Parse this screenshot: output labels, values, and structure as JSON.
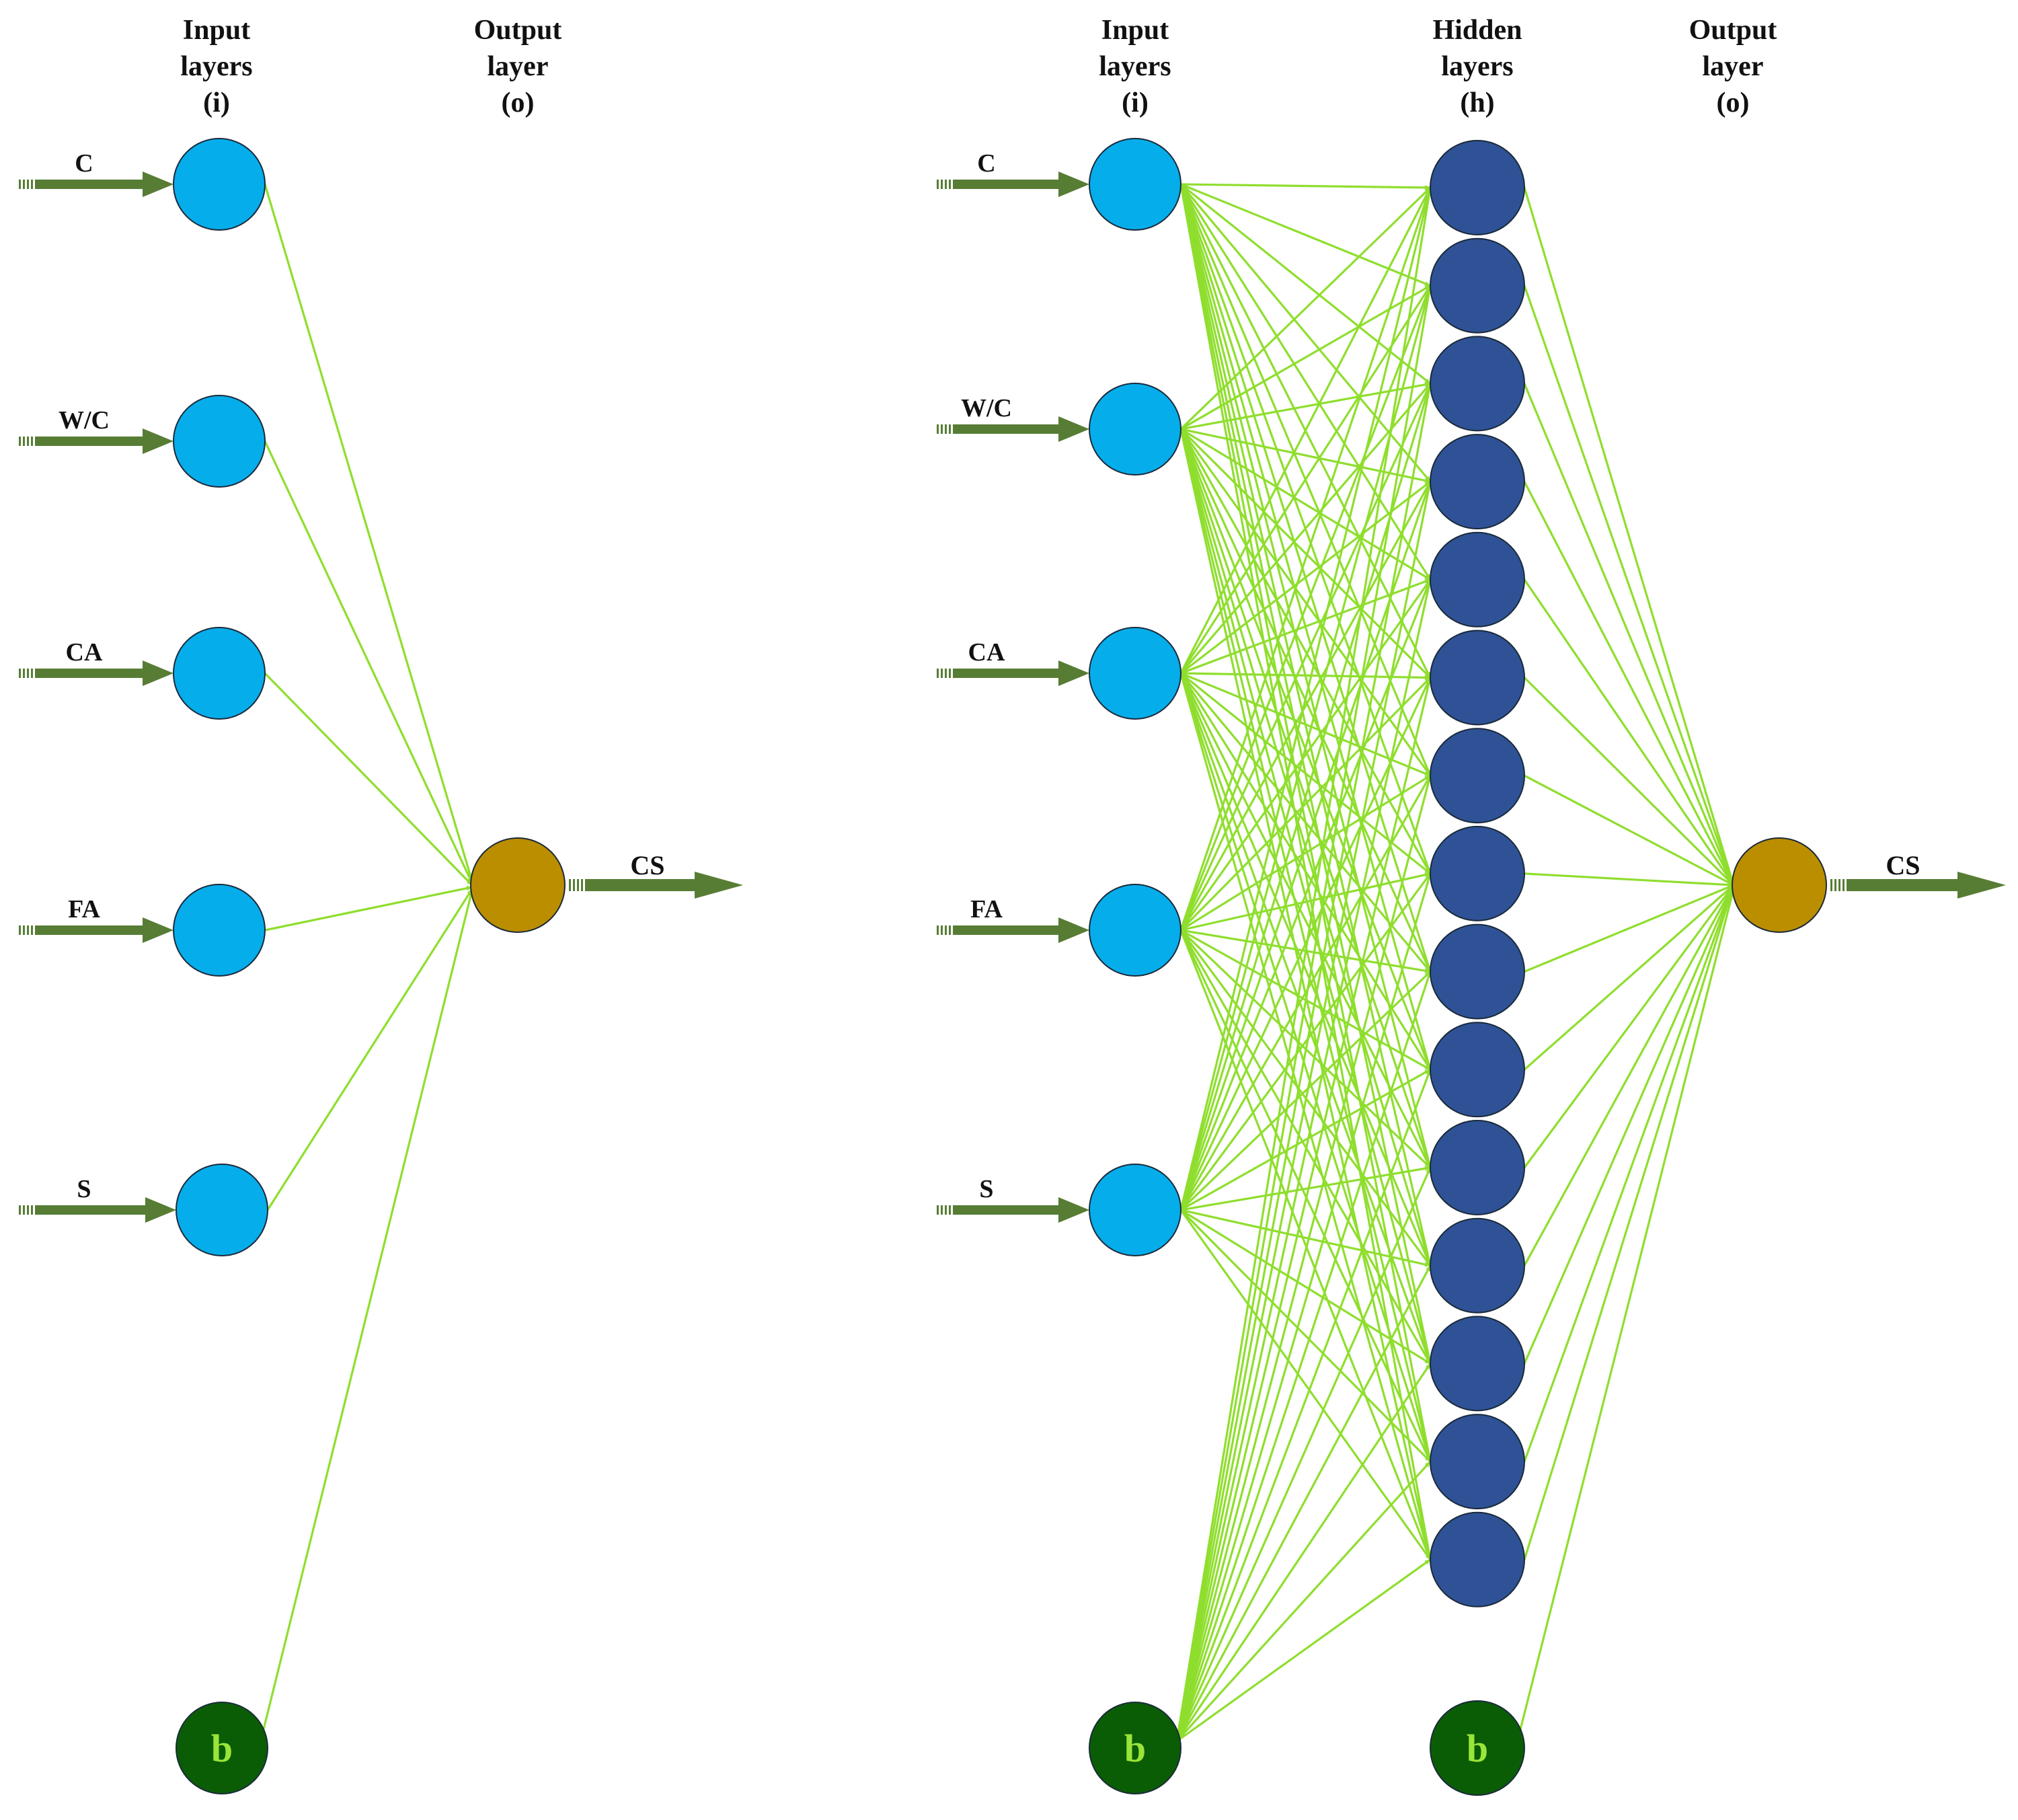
{
  "colors": {
    "input_node": "#06adeb",
    "hidden_node": "#2f5296",
    "output_node": "#bb8e00",
    "bias_node": "#0a5d05",
    "bias_text": "#9be53a",
    "connection": "#8fde2e",
    "arrow": "#577d35",
    "node_stroke": "#1b2a3a"
  },
  "left_network": {
    "headers": {
      "input": [
        "Input",
        "layers",
        "(i)"
      ],
      "output": [
        "Output",
        "layer",
        "(o)"
      ]
    },
    "inputs": [
      "C",
      "W/C",
      "CA",
      "FA",
      "S"
    ],
    "bias_label": "b",
    "output_label": "CS"
  },
  "right_network": {
    "headers": {
      "input": [
        "Input",
        "layers",
        "(i)"
      ],
      "hidden": [
        "Hidden",
        "layers",
        "(h)"
      ],
      "output": [
        "Output",
        "layer",
        "(o)"
      ]
    },
    "inputs": [
      "C",
      "W/C",
      "CA",
      "FA",
      "S"
    ],
    "hidden_neuron_count": 15,
    "bias_label": "b",
    "hidden_bias_label": "b",
    "output_label": "CS"
  }
}
